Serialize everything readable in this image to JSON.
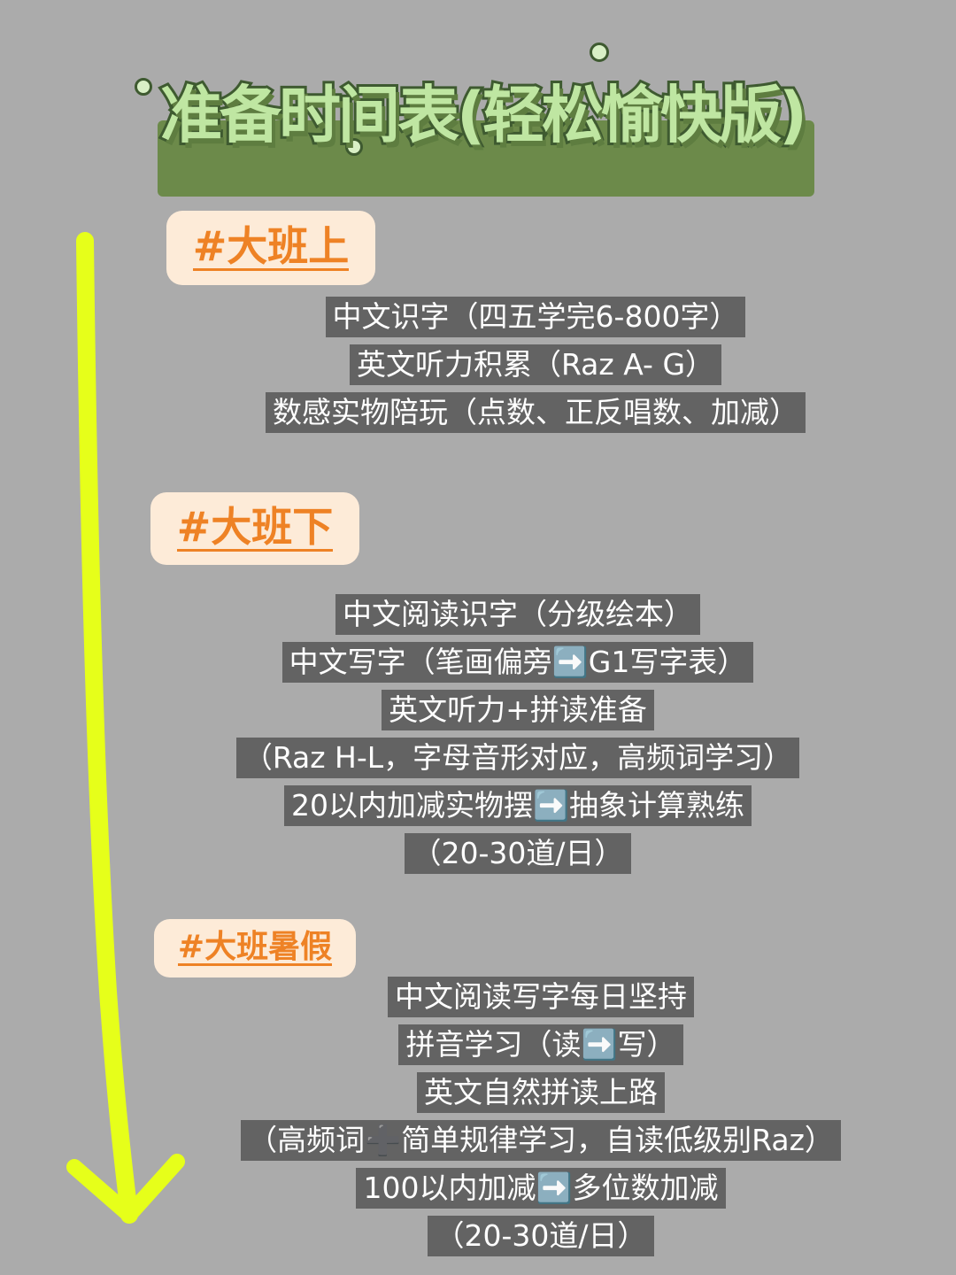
{
  "title": "准备时间表(轻松愉快版)",
  "accent_colors": {
    "tag_text": "#ee8225",
    "tag_bg": "#fdebd8",
    "row_bg": "#636363",
    "arrow": "#e6ff1a",
    "title_fill": "#bfe6a2",
    "title_outline": "#3e5a30"
  },
  "sections": [
    {
      "tag": "#大班上",
      "items": [
        "中文识字（四五学完6-800字）",
        "英文听力积累（Raz A- G）",
        "数感实物陪玩（点数、正反唱数、加减）"
      ]
    },
    {
      "tag": "#大班下",
      "items": [
        "中文阅读识字（分级绘本）",
        "中文写字（笔画偏旁➡️G1写字表）",
        "英文听力+拼读准备",
        "（Raz H-L，字母音形对应，高频词学习）",
        "20以内加减实物摆➡️抽象计算熟练",
        "（20-30道/日）"
      ]
    },
    {
      "tag": "#大班暑假",
      "items": [
        "中文阅读写字每日坚持",
        "拼音学习（读➡️写）",
        "英文自然拼读上路",
        "（高频词➕简单规律学习，自读低级别Raz）",
        "100以内加减➡️多位数加减",
        "（20-30道/日）"
      ]
    }
  ]
}
